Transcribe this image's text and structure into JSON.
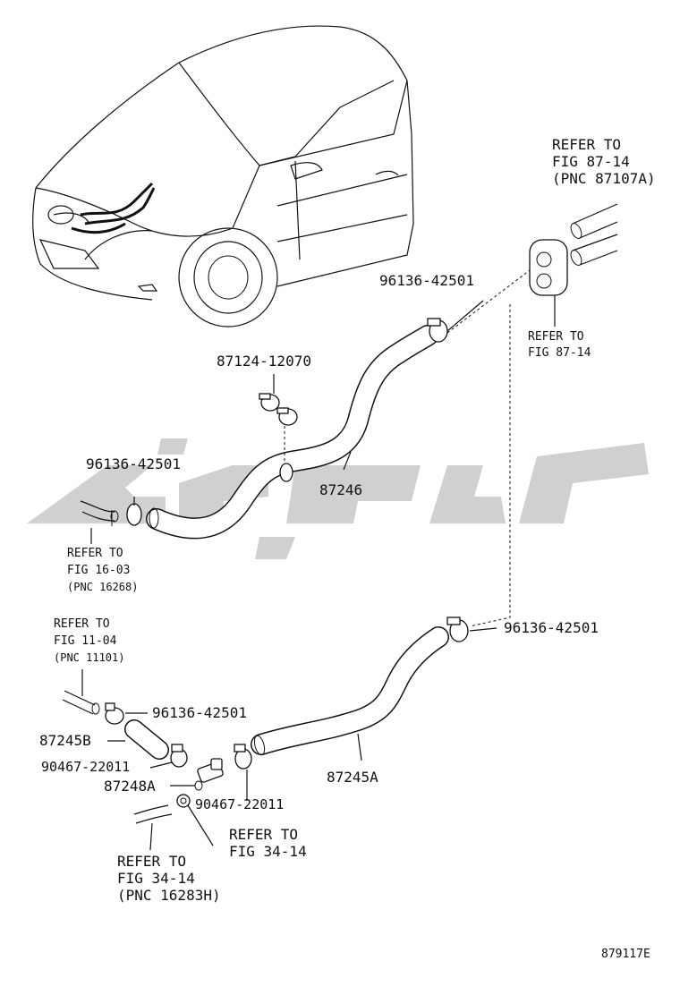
{
  "diagram": {
    "figure_code": "879117E",
    "parts": {
      "clamp_96136": "96136-42501",
      "clip_87124": "87124-12070",
      "hose_87246": "87246",
      "hose_87245A": "87245A",
      "hose_87245B": "87245B",
      "joint_87248A": "87248A",
      "clamp_90467": "90467-22011"
    },
    "refs": {
      "fig_87_14_top": {
        "l1": "REFER TO",
        "l2": "FIG 87-14",
        "l3": "(PNC 87107A)"
      },
      "fig_87_14_grommet": {
        "l1": "REFER TO",
        "l2": "FIG 87-14"
      },
      "fig_16_03": {
        "l1": "REFER TO",
        "l2": "FIG 16-03",
        "l3": "(PNC 16268)"
      },
      "fig_11_04": {
        "l1": "REFER TO",
        "l2": "FIG 11-04",
        "l3": "(PNC 11101)"
      },
      "fig_34_14_right": {
        "l1": "REFER TO",
        "l2": "FIG 34-14"
      },
      "fig_34_14_bottom": {
        "l1": "REFER TO",
        "l2": "FIG 34-14",
        "l3": "(PNC 16283H)"
      }
    }
  }
}
